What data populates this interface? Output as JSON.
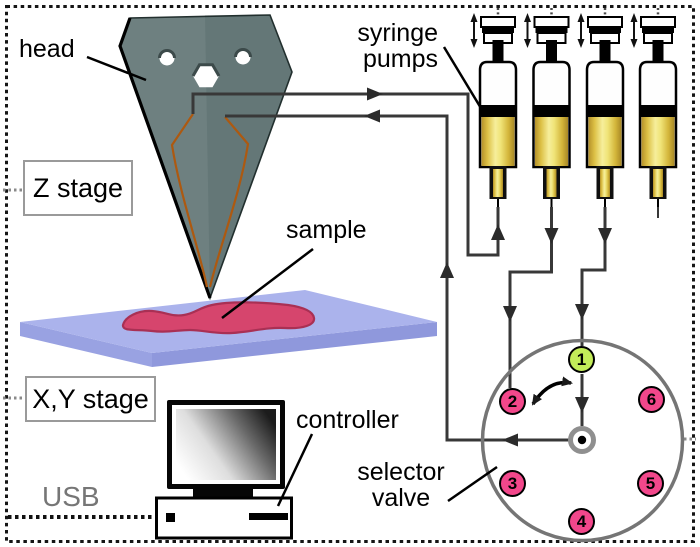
{
  "labels": {
    "head": "head",
    "syringe_pumps": [
      "syringe",
      "pumps"
    ],
    "z_stage": "Z stage",
    "sample": "sample",
    "xy_stage": "X,Y stage",
    "usb": "USB",
    "controller": "controller",
    "selector_valve": [
      "selector",
      "valve"
    ]
  },
  "valve": {
    "ports": [
      {
        "number": "1",
        "color": "#c3ec59"
      },
      {
        "number": "2",
        "color": "#f2478b"
      },
      {
        "number": "3",
        "color": "#f2478b"
      },
      {
        "number": "4",
        "color": "#f2478b"
      },
      {
        "number": "5",
        "color": "#f2478b"
      },
      {
        "number": "6",
        "color": "#f2478b"
      }
    ]
  },
  "colors": {
    "head_body": "#6e8080",
    "channel_orange": "#ad5910",
    "stage_top": "#abb3ec",
    "stage_front": "#8f98dc",
    "stage_left": "#99a2e2",
    "sample_red": "#d6456d",
    "tube_gray": "#383838",
    "valve_ring_gray": "#757575"
  }
}
